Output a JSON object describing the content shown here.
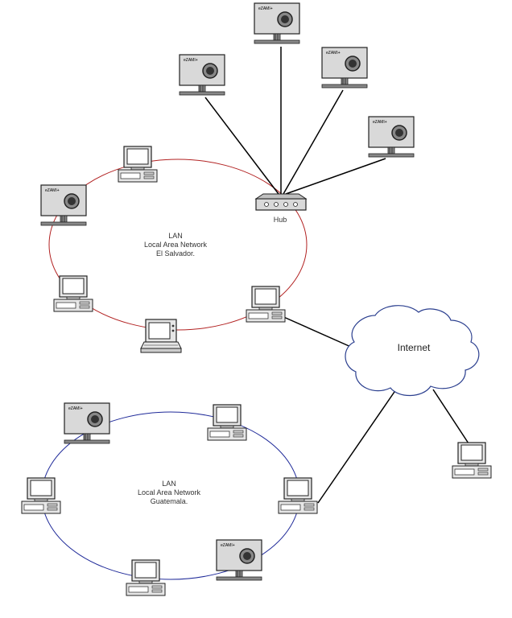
{
  "labels": {
    "device_brand": "eZAMI+",
    "hub": "Hub",
    "internet": "Internet"
  },
  "lans": [
    {
      "line1": "LAN",
      "line2": "Local Area Network",
      "line3": "El Salvador."
    },
    {
      "line1": "LAN",
      "line2": "Local Area Network",
      "line3": "Guatemala."
    }
  ],
  "colors": {
    "lan_el_salvador_ring": "#b22222",
    "lan_guatemala_ring": "#1f2a99",
    "wires": "#000000",
    "device_body": "#d9d9d9",
    "device_outline": "#222222"
  }
}
